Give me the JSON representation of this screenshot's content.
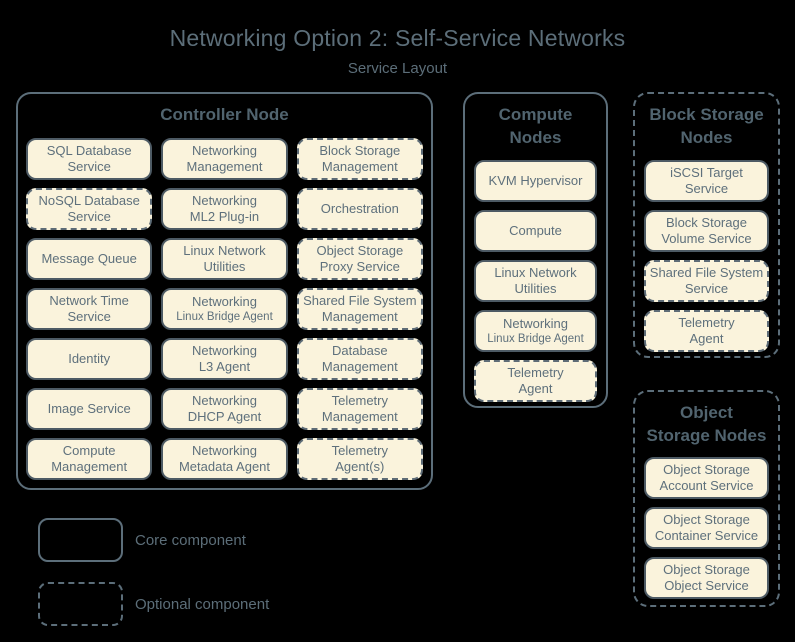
{
  "title": "Networking Option 2: Self-Service Networks",
  "subtitle": "Service Layout",
  "colors": {
    "background": "#000000",
    "service_fill": "#faf3dc",
    "core_border": "#4d5a64",
    "optional_border": "#5d6b76",
    "section_border": "#5c6e7a",
    "text": "#5e707c",
    "heading": "#51646f"
  },
  "sections": [
    {
      "id": "controller-node",
      "title": "Controller Node",
      "title_lines": [
        "Controller Node"
      ],
      "border": "solid",
      "services": [
        {
          "label": "SQL Database\nService",
          "type": "core"
        },
        {
          "label": "Networking\nManagement",
          "type": "core"
        },
        {
          "label": "Block Storage\nManagement",
          "type": "optional"
        },
        {
          "label": "NoSQL Database\nService",
          "type": "optional"
        },
        {
          "label": "Networking\nML2 Plug-in",
          "type": "core"
        },
        {
          "label": "Orchestration",
          "type": "optional"
        },
        {
          "label": "Message Queue",
          "type": "core"
        },
        {
          "label": "Linux Network\nUtilities",
          "type": "core"
        },
        {
          "label": "Object Storage\nProxy Service",
          "type": "optional"
        },
        {
          "label": "Network Time\nService",
          "type": "core"
        },
        {
          "label": "Networking",
          "sublabel": "Linux Bridge Agent",
          "type": "core"
        },
        {
          "label": "Shared File System\nManagement",
          "type": "optional"
        },
        {
          "label": "Identity",
          "type": "core"
        },
        {
          "label": "Networking\nL3 Agent",
          "type": "core"
        },
        {
          "label": "Database\nManagement",
          "type": "optional"
        },
        {
          "label": "Image Service",
          "type": "core"
        },
        {
          "label": "Networking\nDHCP Agent",
          "type": "core"
        },
        {
          "label": "Telemetry\nManagement",
          "type": "optional"
        },
        {
          "label": "Compute\nManagement",
          "type": "core"
        },
        {
          "label": "Networking\nMetadata Agent",
          "type": "core"
        },
        {
          "label": "Telemetry\nAgent(s)",
          "type": "optional"
        }
      ]
    },
    {
      "id": "compute-nodes",
      "title": "Compute Nodes",
      "title_lines": [
        "Compute",
        "Nodes"
      ],
      "border": "solid",
      "services": [
        {
          "label": "KVM Hypervisor",
          "type": "core"
        },
        {
          "label": "Compute",
          "type": "core"
        },
        {
          "label": "Linux Network\nUtilities",
          "type": "core"
        },
        {
          "label": "Networking",
          "sublabel": "Linux Bridge Agent",
          "type": "core"
        },
        {
          "label": "Telemetry\nAgent",
          "type": "optional"
        }
      ]
    },
    {
      "id": "block-storage-nodes",
      "title": "Block Storage Nodes",
      "title_lines": [
        "Block Storage",
        "Nodes"
      ],
      "border": "dashed",
      "services": [
        {
          "label": "iSCSI Target\nService",
          "type": "core"
        },
        {
          "label": "Block Storage\nVolume Service",
          "type": "core"
        },
        {
          "label": "Shared File System\nService",
          "type": "optional"
        },
        {
          "label": "Telemetry\nAgent",
          "type": "optional"
        }
      ]
    },
    {
      "id": "object-storage-nodes",
      "title": "Object Storage Nodes",
      "title_lines": [
        "Object",
        "Storage Nodes"
      ],
      "border": "dashed",
      "services": [
        {
          "label": "Object Storage\nAccount Service",
          "type": "core"
        },
        {
          "label": "Object Storage\nContainer Service",
          "type": "core"
        },
        {
          "label": "Object Storage\nObject Service",
          "type": "core"
        }
      ]
    }
  ],
  "legend": {
    "items": [
      {
        "style": "solid",
        "label": "Core component"
      },
      {
        "style": "dashed",
        "label": "Optional component"
      }
    ]
  }
}
